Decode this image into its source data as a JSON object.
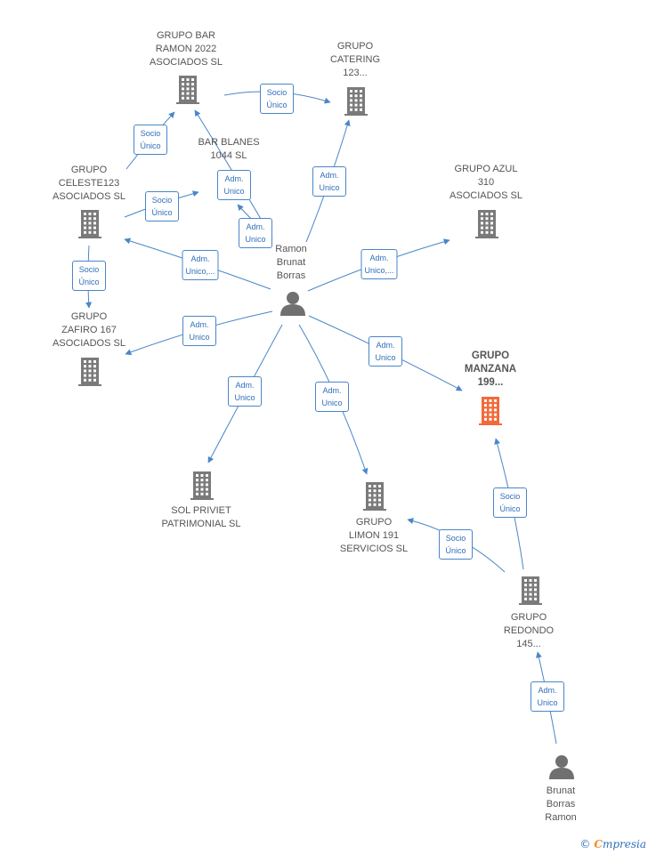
{
  "colors": {
    "edge": "#4a86c8",
    "building": "#7a7a7a",
    "building_main": "#f26a3a",
    "person": "#707070"
  },
  "nodes": [
    {
      "id": "grupo-bar-ramon",
      "kind": "company",
      "lines": [
        "GRUPO BAR",
        "RAMON 2022",
        "ASOCIADOS  SL"
      ]
    },
    {
      "id": "grupo-catering",
      "kind": "company",
      "lines": [
        "GRUPO",
        "CATERING",
        "123..."
      ]
    },
    {
      "id": "bar-blanes",
      "kind": "company",
      "lines": [
        "BAR BLANES",
        "1044  SL"
      ]
    },
    {
      "id": "grupo-celeste",
      "kind": "company",
      "lines": [
        "GRUPO",
        "CELESTE123",
        "ASOCIADOS  SL"
      ]
    },
    {
      "id": "grupo-azul",
      "kind": "company",
      "lines": [
        "GRUPO AZUL",
        "310",
        "ASOCIADOS  SL"
      ]
    },
    {
      "id": "ramon-brunat",
      "kind": "person",
      "lines": [
        "Ramon",
        "Brunat",
        "Borras"
      ]
    },
    {
      "id": "grupo-zafiro",
      "kind": "company",
      "lines": [
        "GRUPO",
        "ZAFIRO 167",
        "ASOCIADOS  SL"
      ]
    },
    {
      "id": "grupo-manzana",
      "kind": "company-main",
      "lines": [
        "GRUPO",
        "MANZANA",
        "199..."
      ]
    },
    {
      "id": "sol-priviet",
      "kind": "company",
      "lines": [
        "SOL PRIVIET",
        "PATRIMONIAL SL"
      ]
    },
    {
      "id": "grupo-limon",
      "kind": "company",
      "lines": [
        "GRUPO",
        "LIMON 191",
        "SERVICIOS  SL"
      ]
    },
    {
      "id": "grupo-redondo",
      "kind": "company",
      "lines": [
        "GRUPO",
        "REDONDO",
        "145..."
      ]
    },
    {
      "id": "brunat-borras",
      "kind": "person",
      "lines": [
        "Brunat",
        "Borras",
        "Ramon"
      ]
    }
  ],
  "edges": [
    {
      "id": "bar-ramon-to-catering",
      "lines": [
        "Socio",
        "Único"
      ]
    },
    {
      "id": "celeste-to-bar-ramon",
      "lines": [
        "Socio",
        "Único"
      ]
    },
    {
      "id": "celeste-to-bar-blanes",
      "lines": [
        "Socio",
        "Único"
      ]
    },
    {
      "id": "celeste-to-zafiro",
      "lines": [
        "Socio",
        "Único"
      ]
    },
    {
      "id": "ramon-to-bar-ramon",
      "lines": [
        "Adm.",
        "Unico"
      ]
    },
    {
      "id": "ramon-to-bar-blanes",
      "lines": [
        "Adm.",
        "Unico"
      ]
    },
    {
      "id": "ramon-to-catering",
      "lines": [
        "Adm.",
        "Unico"
      ]
    },
    {
      "id": "ramon-to-celeste",
      "lines": [
        "Adm.",
        "Unico,..."
      ]
    },
    {
      "id": "ramon-to-azul",
      "lines": [
        "Adm.",
        "Unico,..."
      ]
    },
    {
      "id": "ramon-to-zafiro",
      "lines": [
        "Adm.",
        "Unico"
      ]
    },
    {
      "id": "ramon-to-manzana",
      "lines": [
        "Adm.",
        "Unico"
      ]
    },
    {
      "id": "ramon-to-sol-priviet",
      "lines": [
        "Adm.",
        "Unico"
      ]
    },
    {
      "id": "ramon-to-limon",
      "lines": [
        "Adm.",
        "Unico"
      ]
    },
    {
      "id": "redondo-to-manzana",
      "lines": [
        "Socio",
        "Único"
      ]
    },
    {
      "id": "redondo-to-limon",
      "lines": [
        "Socio",
        "Único"
      ]
    },
    {
      "id": "brunat-to-redondo",
      "lines": [
        "Adm.",
        "Unico"
      ]
    }
  ],
  "brand": {
    "copyright": "©",
    "first": "C",
    "rest": "mpresia"
  }
}
